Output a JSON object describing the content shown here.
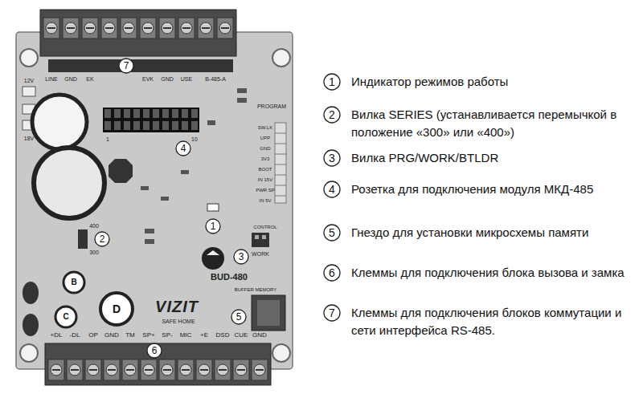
{
  "diagram": {
    "nodes": [
      {
        "text": [
          "7"
        ]
      },
      {
        "text": [
          "4"
        ]
      },
      {
        "text": [
          "1"
        ]
      },
      {
        "text": [
          "2"
        ]
      },
      {
        "text": [
          "3"
        ]
      },
      {
        "text": [
          "5"
        ]
      },
      {
        "text": [
          "6"
        ]
      },
      {
        "text": [
          "1"
        ]
      },
      {
        "text": [
          "2"
        ]
      },
      {
        "text": [
          "3"
        ]
      },
      {
        "text": [
          "4"
        ]
      },
      {
        "text": [
          "5"
        ]
      },
      {
        "text": [
          "6"
        ]
      },
      {
        "text": [
          "7"
        ]
      }
    ],
    "labels": [
      "12V",
      "18V",
      "LINE",
      "GND",
      "EK",
      "EVK",
      "GND",
      "USE",
      "B-485-A",
      "PROGRAM",
      "SW.LK",
      "UPP",
      "GND",
      "3V3",
      "BOOT",
      "IN 15V",
      "PWR SP",
      "IN 5V",
      "CONTROL",
      "1",
      "10",
      "400",
      "300",
      "WORK",
      "BUD-480",
      "BUFFER MEMORY",
      "VIZIT",
      "SAFE HOME",
      "B",
      "C",
      "D",
      "+DL",
      "-DL",
      "OP",
      "GND",
      "TM",
      "SP+",
      "SP-",
      "MIC",
      "+E",
      "DSD",
      "CUE",
      "GND",
      "Индикатор режимов работы",
      "Вилка SERIES (устанавливается перемычкой в положение «300» или «400»)",
      "Вилка PRG/WORK/BTLDR",
      "Розетка для подключения модуля МКД-485",
      "Гнездо для установки микросхемы памяти",
      "Клеммы для подключения блока вызова и замка",
      "Клеммы для подключения блоков коммутации и сети интерфейса RS-485."
    ]
  }
}
